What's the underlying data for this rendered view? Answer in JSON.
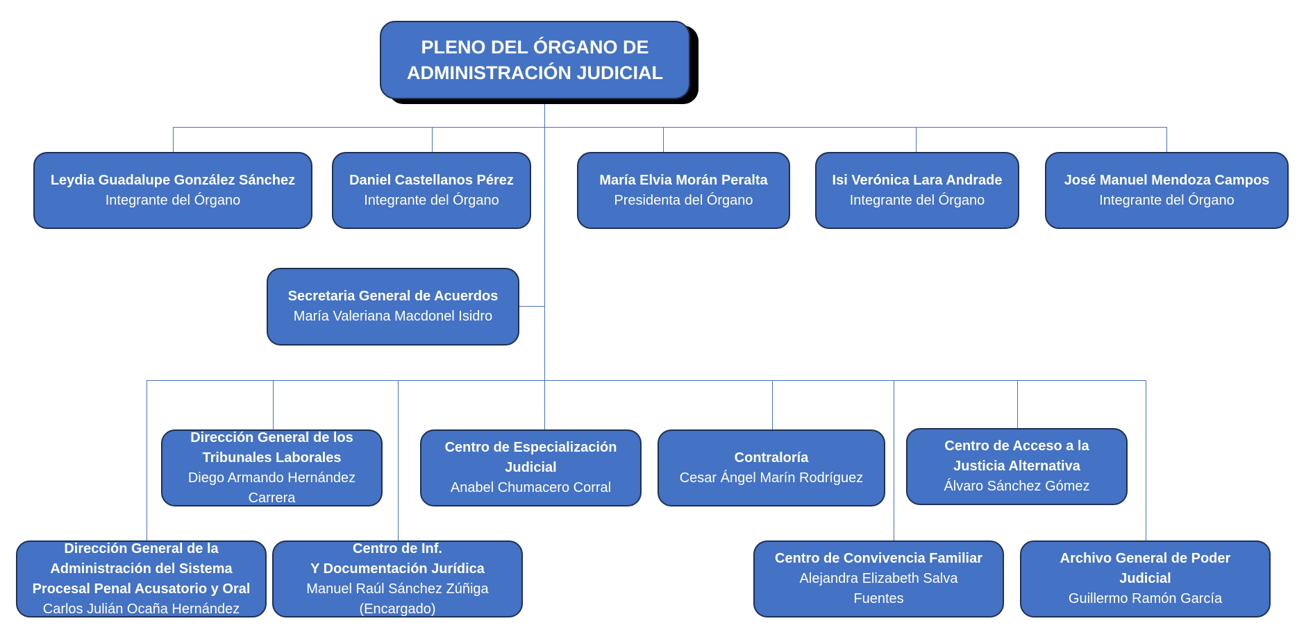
{
  "chart": {
    "top": {
      "title_line1": "PLENO DEL ÓRGANO DE",
      "title_line2": "ADMINISTRACIÓN JUDICIAL"
    },
    "members": [
      {
        "name": "Leydia Guadalupe González Sánchez",
        "role": "Integrante del Órgano"
      },
      {
        "name": "Daniel Castellanos Pérez",
        "role": "Integrante del Órgano"
      },
      {
        "name": "María Elvia Morán Peralta",
        "role": "Presidenta del Órgano"
      },
      {
        "name": "Isi Verónica Lara Andrade",
        "role": "Integrante del Órgano"
      },
      {
        "name": "José Manuel Mendoza Campos",
        "role": "Integrante del Órgano"
      }
    ],
    "secretaria": {
      "title": "Secretaria General de Acuerdos",
      "person": "María Valeriana Macdonel Isidro"
    },
    "units": [
      {
        "title_lines": [
          "Dirección General de los",
          "Tribunales Laborales"
        ],
        "person_lines": [
          "Diego Armando Hernández",
          "Carrera"
        ]
      },
      {
        "title_lines": [
          "Centro de Especialización",
          "Judicial"
        ],
        "person_lines": [
          "Anabel Chumacero Corral"
        ]
      },
      {
        "title_lines": [
          "Contraloría"
        ],
        "person_lines": [
          "Cesar Ángel Marín Rodríguez"
        ]
      },
      {
        "title_lines": [
          "Centro de Acceso a la",
          "Justicia Alternativa"
        ],
        "person_lines": [
          "Álvaro Sánchez Gómez"
        ]
      },
      {
        "title_lines": [
          "Dirección General de la",
          "Administración del Sistema",
          "Procesal Penal Acusatorio y Oral"
        ],
        "person_lines": [
          "Carlos Julián Ocaña Hernández"
        ]
      },
      {
        "title_lines": [
          "Centro de Inf.",
          "Y Documentación Jurídica"
        ],
        "person_lines": [
          "Manuel Raúl Sánchez Zúñiga",
          "(Encargado)"
        ]
      },
      {
        "title_lines": [
          "Centro de Convivencia Familiar"
        ],
        "person_lines": [
          "Alejandra Elizabeth Salva",
          "Fuentes"
        ]
      },
      {
        "title_lines": [
          "Archivo General de Poder",
          "Judicial"
        ],
        "person_lines": [
          "Guillermo Ramón García"
        ]
      }
    ]
  }
}
